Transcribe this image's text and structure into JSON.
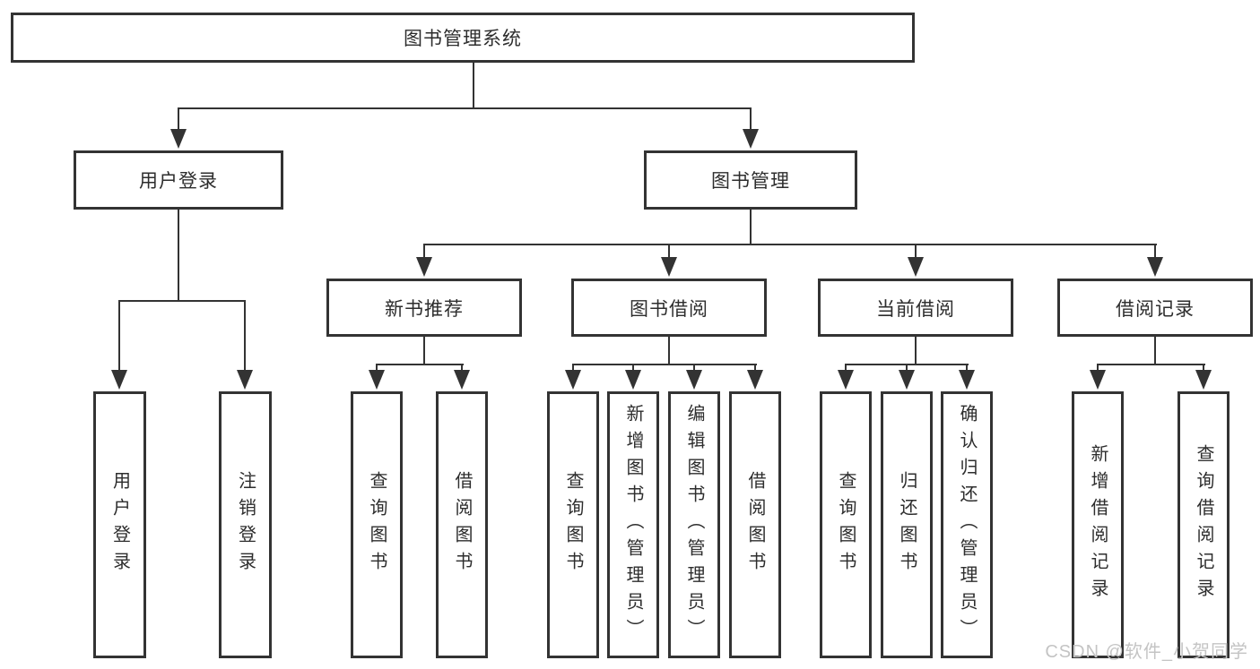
{
  "tree": {
    "label": "图书管理系统",
    "children": [
      {
        "label": "用户登录",
        "children": [
          {
            "label": "用户登录"
          },
          {
            "label": "注销登录"
          }
        ]
      },
      {
        "label": "图书管理",
        "children": [
          {
            "label": "新书推荐",
            "children": [
              {
                "label": "查询图书"
              },
              {
                "label": "借阅图书"
              }
            ]
          },
          {
            "label": "图书借阅",
            "children": [
              {
                "label": "查询图书"
              },
              {
                "label": "新增图书（管理员）"
              },
              {
                "label": "编辑图书（管理员）"
              },
              {
                "label": "借阅图书"
              }
            ]
          },
          {
            "label": "当前借阅",
            "children": [
              {
                "label": "查询图书"
              },
              {
                "label": "归还图书"
              },
              {
                "label": "确认归还（管理员）"
              }
            ]
          },
          {
            "label": "借阅记录",
            "children": [
              {
                "label": "新增借阅记录"
              },
              {
                "label": "查询借阅记录"
              }
            ]
          }
        ]
      }
    ]
  },
  "watermark": {
    "text": "CSDN @软件_小贺同学"
  },
  "colors": {
    "line": "#333333",
    "box_border": "#333333",
    "text": "#2d2d2d",
    "watermark": "#c4c4c4",
    "background": "#ffffff"
  }
}
